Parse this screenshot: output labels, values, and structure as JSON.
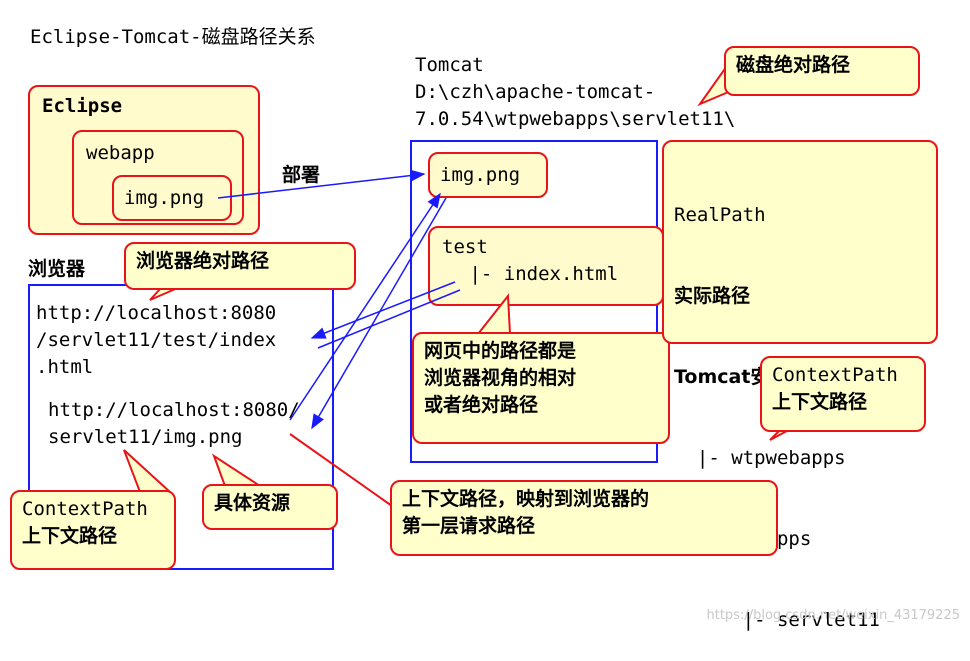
{
  "title": "Eclipse-Tomcat-磁盘路径关系",
  "eclipse": {
    "label": "Eclipse",
    "webapp": "webapp",
    "img": "img.png"
  },
  "deploy_label": "部署",
  "browser": {
    "label": "浏览器",
    "url1_l1": "http://localhost:8080",
    "url1_l2": "/servlet11/test/index",
    "url1_l3": ".html",
    "url2_l1": "http://localhost:8080/",
    "url2_l2": "servlet11/img.png"
  },
  "tomcat": {
    "l1": "Tomcat",
    "l2": "D:\\czh\\apache-tomcat-",
    "l3": "7.0.54\\wtpwebapps\\servlet11\\",
    "img": "img.png",
    "test_l1": "test",
    "test_l2": " |- index.html"
  },
  "callouts": {
    "disk_abs": "磁盘绝对路径",
    "browser_abs": "浏览器绝对路径",
    "webpath_l1": "网页中的路径都是",
    "webpath_l2": "浏览器视角的相对",
    "webpath_l3": "或者绝对路径",
    "realpath_l1": "RealPath",
    "realpath_l2": "实际路径",
    "realpath_l3": "Tomcat安装目录",
    "realpath_l4": "  |- wtpwebapps",
    "realpath_l5": "  |- webapps",
    "realpath_l6": "      |- servlet11",
    "ctx_right_l1": "ContextPath",
    "ctx_right_l2": "上下文路径",
    "ctx_left_l1": "ContextPath",
    "ctx_left_l2": "上下文路径",
    "resource": "具体资源",
    "mapping_l1": "上下文路径，映射到浏览器的",
    "mapping_l2": "第一层请求路径"
  },
  "watermark": "https://blog.csdn.net/weixin_43179225",
  "colors": {
    "red": "#e8141a",
    "blue": "#1a1aff",
    "fill": "#ffffcc"
  }
}
